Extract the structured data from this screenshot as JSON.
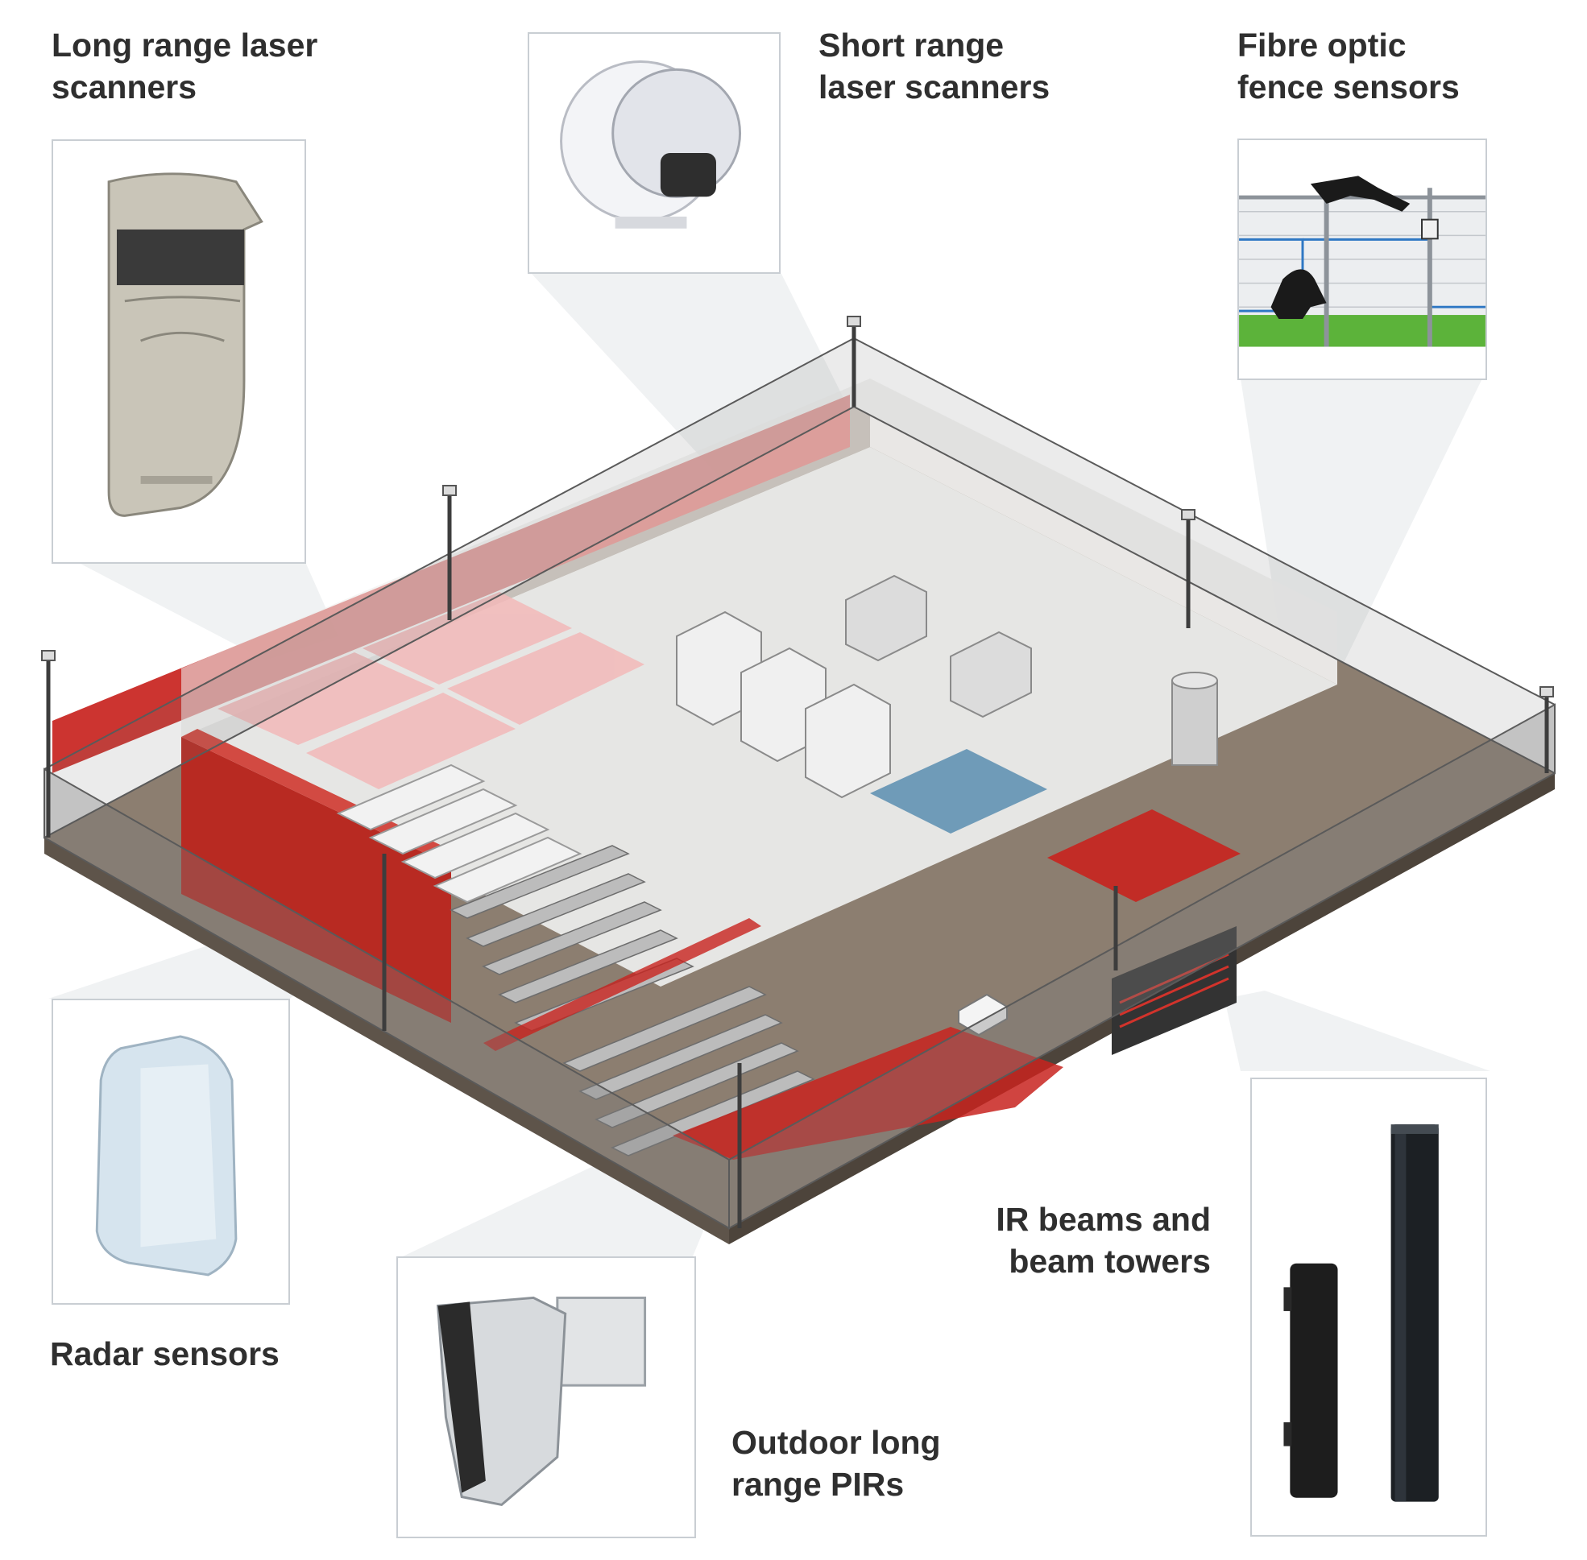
{
  "colors": {
    "accent_red": "#c8231e",
    "zone_pink": "#f2b9b9",
    "ground": "#8c7e70",
    "fence": "#6a6a6a",
    "floor": "#e6e6e4",
    "water_room": "#6f9bb8",
    "box_border": "#c9ced3",
    "label_text": "#2f2f2f"
  },
  "labels": {
    "long_range_laser": [
      "Long range laser",
      "scanners"
    ],
    "short_range_laser": [
      "Short range",
      "laser scanners"
    ],
    "fibre_optic": [
      "Fibre optic",
      "fence sensors"
    ],
    "radar": [
      "Radar sensors"
    ],
    "outdoor_pir": [
      "Outdoor long",
      "range PIRs"
    ],
    "ir_beams": [
      "IR beams and",
      "beam towers"
    ]
  },
  "icons": {
    "long_range_laser": "long-range-laser-scanner-icon",
    "short_range_laser": "short-range-laser-scanner-icon",
    "fibre_optic": "fence-intruders-icon",
    "radar": "radar-sensor-icon",
    "outdoor_pir": "outdoor-pir-sensor-icon",
    "ir_beams": "beam-tower-icon",
    "site": "secure-site-isometric-icon"
  }
}
